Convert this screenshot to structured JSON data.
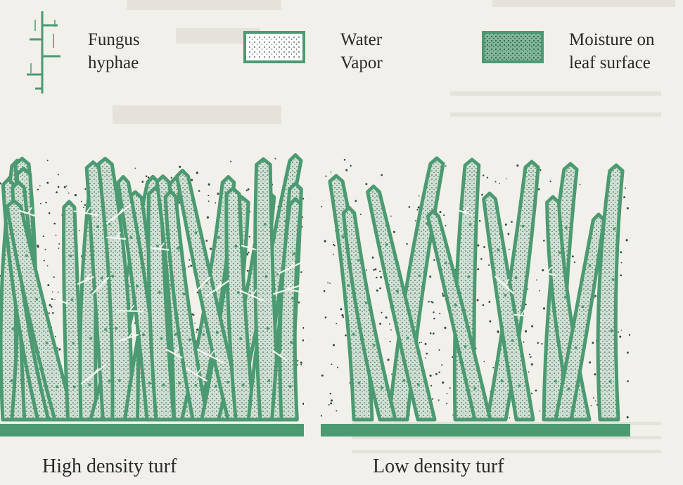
{
  "legend": {
    "hyphae": {
      "line1": "Fungus",
      "line2": "hyphae"
    },
    "vapor": {
      "line1": "Water",
      "line2": "Vapor"
    },
    "moisture": {
      "line1": "Moisture on",
      "line2": "leaf surface"
    }
  },
  "panels": {
    "high": {
      "caption": "High density turf"
    },
    "low": {
      "caption": "Low density turf"
    }
  },
  "colors": {
    "leaf_stroke": "#4c9a72",
    "leaf_fill": "#cfe0d4",
    "ground": "#4c9a72",
    "dots": "#2f4a3a",
    "hyphae": "#f7f7f2",
    "paper": "#f1f0ea"
  }
}
